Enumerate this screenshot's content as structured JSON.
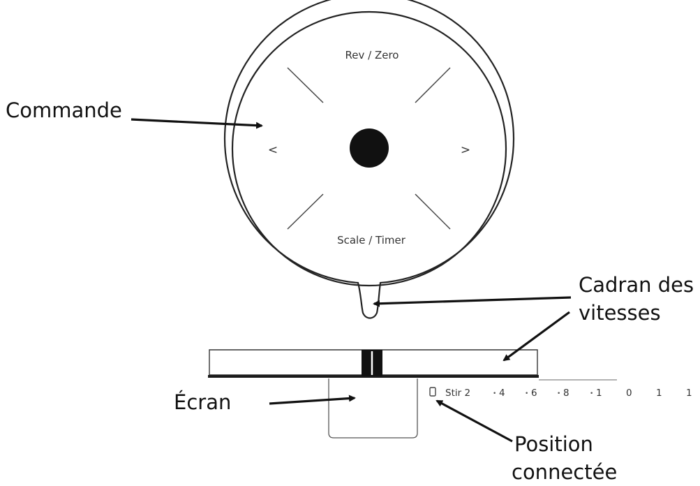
{
  "dial": {
    "top_label": "Rev / Zero",
    "bottom_label": "Scale / Timer",
    "left_symbol": "<",
    "right_symbol": ">"
  },
  "callouts": {
    "commande": "Commande",
    "cadran_line1": "Cadran des",
    "cadran_line2": "vitesses",
    "ecran": "Écran",
    "position_line1": "Position",
    "position_line2": "connectée"
  },
  "speed_scale": {
    "label": "Stir 2",
    "dot": "•",
    "ticks": [
      "4",
      "6",
      "8",
      "1",
      "0",
      "1",
      "1"
    ]
  }
}
